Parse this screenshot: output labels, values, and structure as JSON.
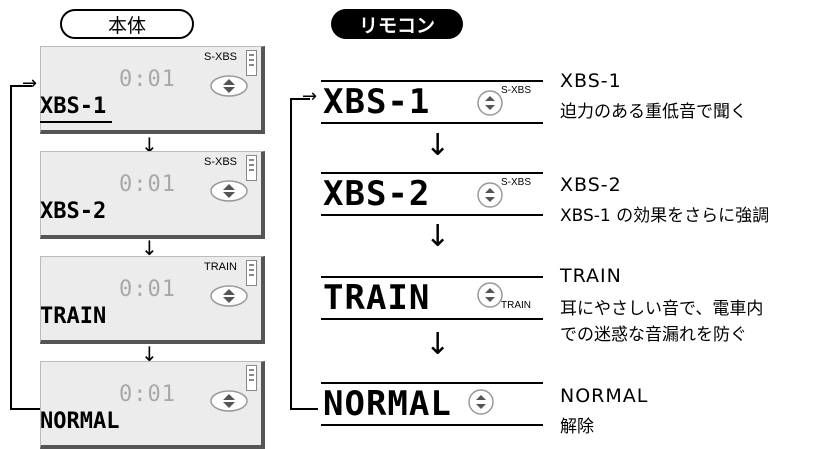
{
  "headers": {
    "unit": "本体",
    "remote": "リモコン"
  },
  "unit_displays": [
    {
      "time": "0:01",
      "tag": "S-XBS",
      "mode": "XBS-1"
    },
    {
      "time": "0:01",
      "tag": "S-XBS",
      "mode": "XBS-2"
    },
    {
      "time": "0:01",
      "tag": "TRAIN",
      "mode": "TRAIN"
    },
    {
      "time": "0:01",
      "tag": "",
      "mode": "NORMAL"
    }
  ],
  "remote_displays": [
    {
      "mode": "XBS-1",
      "tag": "S-XBS"
    },
    {
      "mode": "XBS-2",
      "tag": "S-XBS"
    },
    {
      "mode": "TRAIN",
      "tag": "TRAIN"
    },
    {
      "mode": "NORMAL",
      "tag": ""
    }
  ],
  "descriptions": [
    {
      "title": "XBS-1",
      "lines": [
        "迫力のある重低音で聞く"
      ]
    },
    {
      "title": "XBS-2",
      "lines": [
        "XBS-1 の効果をさらに強調"
      ]
    },
    {
      "title": "TRAIN",
      "lines": [
        "耳にやさしい音で、電車内",
        "での迷惑な音漏れを防ぐ"
      ]
    },
    {
      "title": "NORMAL",
      "lines": [
        "解除"
      ]
    }
  ],
  "arrows": {
    "down": "↓",
    "right": "→"
  }
}
